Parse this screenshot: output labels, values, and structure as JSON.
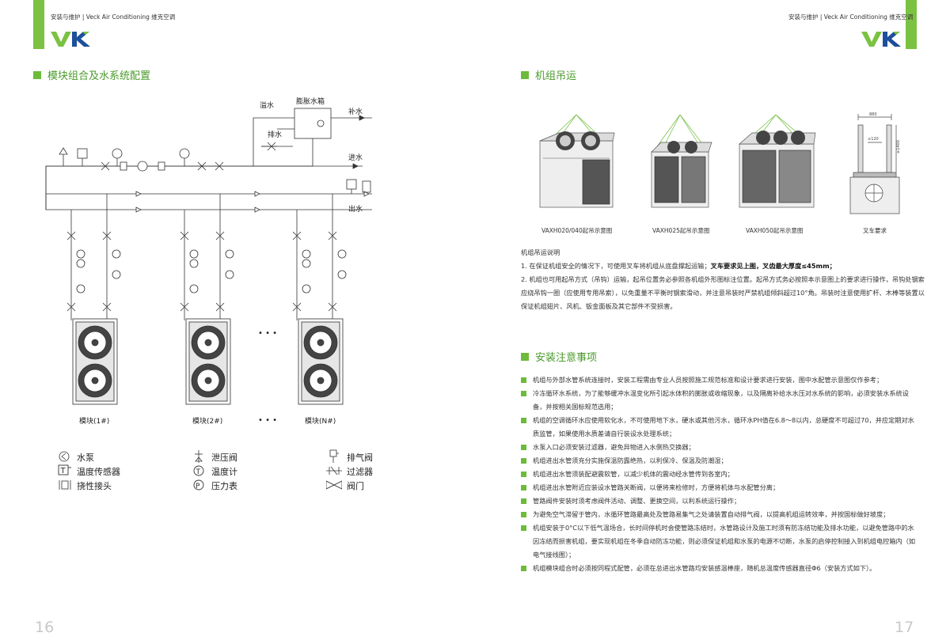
{
  "header": {
    "left_text": "安装与维护 | Veck Air Conditioning 维克空调",
    "right_text": "安装与维护 | Veck Air Conditioning 维克空调",
    "accent_color": "#7cc242"
  },
  "left": {
    "section_title": "模块组合及水系统配置",
    "diagram": {
      "overflow": "溢水",
      "expansion_tank": "膨胀水箱",
      "makeup_water": "补水",
      "drain": "排水",
      "inlet": "进水",
      "outlet": "出水",
      "dots": "• • •",
      "modules": [
        "模块(1#)",
        "模块(2#)",
        "模块(N#)"
      ]
    },
    "legend": [
      {
        "icon": "pump-icon",
        "label": "水泵"
      },
      {
        "icon": "relief-valve-icon",
        "label": "泄压阀"
      },
      {
        "icon": "air-vent-icon",
        "label": "排气阀"
      },
      {
        "icon": "temp-sensor-icon",
        "label": "温度传感器"
      },
      {
        "icon": "thermometer-icon",
        "label": "温度计"
      },
      {
        "icon": "filter-icon",
        "label": "过滤器"
      },
      {
        "icon": "flex-joint-icon",
        "label": "挠性接头"
      },
      {
        "icon": "pressure-gauge-icon",
        "label": "压力表"
      },
      {
        "icon": "valve-icon",
        "label": "阀门"
      }
    ],
    "page_number": "16"
  },
  "right": {
    "section1_title": "机组吊运",
    "images": [
      {
        "caption": "VAXH020/040起吊示意图"
      },
      {
        "caption": "VAXH025起吊示意图"
      },
      {
        "caption": "VAXH050起吊示意图"
      },
      {
        "caption": "叉车要求"
      }
    ],
    "forklift_dims": {
      "width": "880",
      "fork_gap": "≤120",
      "height": "≥1400"
    },
    "notes_title": "机组吊运说明",
    "note1_a": "1.  在保证机组安全的情况下，可使用叉车将机组从底盘撑起运输；",
    "note1_b": "叉车要求见上图，叉齿最大厚度≤45mm；",
    "note2": "2.  机组也可用起吊方式（吊钩）运输，起吊位置务必参照各机组外形图标注位置。起吊方式务必按照本示意图上的要求进行操作，吊钩处钢索应绕吊钩一圈（应使用专用吊索），以免重量不平衡时钢索滑动，并注意吊装时严禁机组倾斜超过10°角。吊装时注意使用扩杆、木棒等装置以保证机组翅片、风机、钣金面板及其它部件不受损害。",
    "section2_title": "安装注意事项",
    "precautions": [
      "机组与外部水管系统连接时，安装工程需由专业人员按照施工规范标准和设计要求进行安装，图中水配管示意图仅作参考；",
      "冷冻循环水系统，为了能够缓冲水温变化所引起水体积的膨胀或收缩现象，以及隔离补给水水压对水系统的影响，必须安装水系统设备，并按相关国标规范选用；",
      "机组的空调循环水应使用软化水，不可使用地下水，硬水或其他污水，循环水PH值在6.8～8以内，总硬度不可超过70，并应定期对水质监管，如果使用水质差请自行装设水处理系统；",
      "水泵入口必须安装过滤器，避免异物进入水侧热交换器；",
      "机组进出水管须充分实施保温防露绝热，以利保冷、保温及防潮湿；",
      "机组进出水管须装配避震软管，以减少机体的震动经水管传到各室内；",
      "机组进出水管附近应装设水管路关断阀，以便将来检修时，方便将机体与水配管分离；",
      "管路阀件安装时须考虑阀件活动、调整、更换空间，以利系统运行操作；",
      "为避免空气滞留于管内，水循环管路最高处及管路易集气之处请装置自动排气阀，以提高机组运转效率，并按国标做好坡度；",
      "机组安装于0°C以下低气温场合，长时间停机时会使管路冻结时，水管路设计及施工时须有防冻结功能及排水功能，以避免管路中的水因冻结而损害机组，要实现机组在冬季自动防冻功能，则必须保证机组和水泵的电源不切断，水泵的启停控制接入到机组电控箱内（如电气接线图）；",
      "机组模块组合时必须按同程式配管，必须在总进出水管路均安装感温棒座，随机总温度传感器直径Φ6（安装方式如下）。"
    ],
    "page_number": "17"
  }
}
